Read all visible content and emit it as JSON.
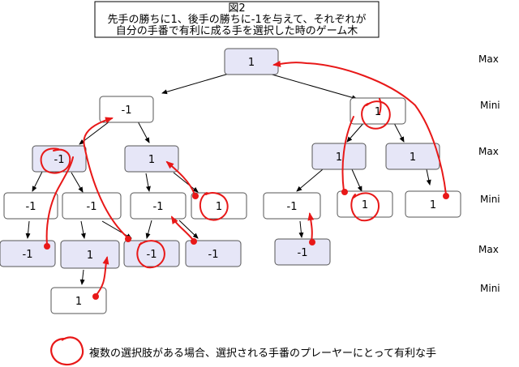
{
  "title": {
    "figure_label": "図2",
    "line1": "先手の勝ちに1、後手の勝ちに-1を与えて、それぞれが",
    "line2": "自分の手番で有利に成る手を選択した時のゲーム木"
  },
  "levels": [
    "Max",
    "Mini",
    "Max",
    "Mini",
    "Max",
    "Mini"
  ],
  "nodes": [
    {
      "value": "1",
      "shaded": true
    },
    {
      "value": "-1",
      "shaded": false
    },
    {
      "value": "1",
      "shaded": false
    },
    {
      "value": "-1",
      "shaded": true
    },
    {
      "value": "1",
      "shaded": true
    },
    {
      "value": "1",
      "shaded": true
    },
    {
      "value": "1",
      "shaded": true
    },
    {
      "value": "-1",
      "shaded": false
    },
    {
      "value": "-1",
      "shaded": false
    },
    {
      "value": "-1",
      "shaded": false
    },
    {
      "value": "1",
      "shaded": false
    },
    {
      "value": "-1",
      "shaded": false
    },
    {
      "value": "1",
      "shaded": false
    },
    {
      "value": "1",
      "shaded": false
    },
    {
      "value": "-1",
      "shaded": true
    },
    {
      "value": "1",
      "shaded": true
    },
    {
      "value": "-1",
      "shaded": true
    },
    {
      "value": "-1",
      "shaded": true
    },
    {
      "value": "-1",
      "shaded": true
    },
    {
      "value": "1",
      "shaded": false
    }
  ],
  "legend": {
    "text": "複数の選択肢がある場合、選択される手番のプレーヤーにとって有利な手"
  },
  "colors": {
    "shaded_fill": "#e6e6f7",
    "plain_fill": "#ffffff",
    "node_stroke": "#555555",
    "annotation_red": "#e81818",
    "edge": "#000000"
  }
}
